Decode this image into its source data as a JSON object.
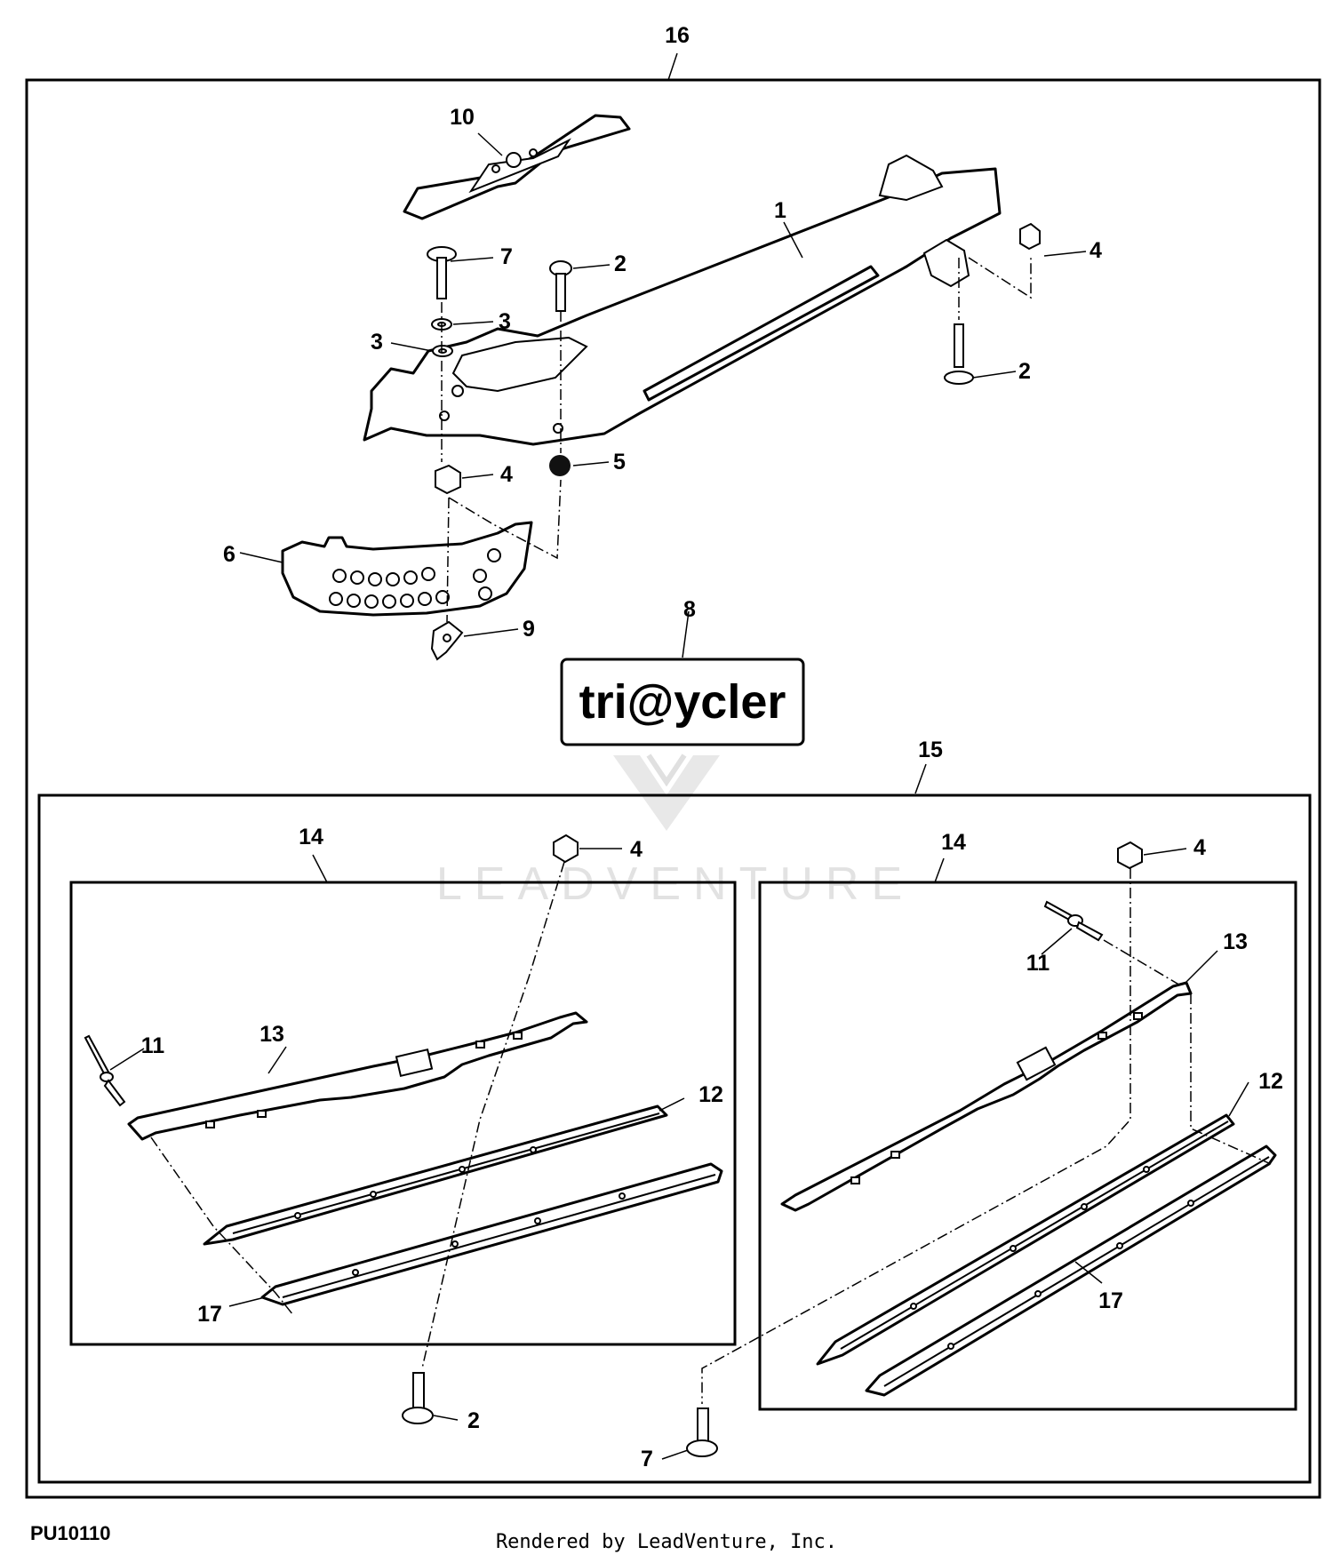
{
  "figure_id": "PU10110",
  "footer": "Rendered by LeadVenture, Inc.",
  "watermark": "LEADVENTURE",
  "logo_text": "tri@ycler",
  "callouts": {
    "c1": "1",
    "c2a": "2",
    "c2b": "2",
    "c2c": "2",
    "c3a": "3",
    "c3b": "3",
    "c4a": "4",
    "c4b": "4",
    "c4c": "4",
    "c4d": "4",
    "c5": "5",
    "c6": "6",
    "c7a": "7",
    "c7b": "7",
    "c8": "8",
    "c9": "9",
    "c10": "10",
    "c11a": "11",
    "c11b": "11",
    "c12a": "12",
    "c12b": "12",
    "c13a": "13",
    "c13b": "13",
    "c14a": "14",
    "c14b": "14",
    "c15": "15",
    "c16": "16",
    "c17a": "17",
    "c17b": "17"
  }
}
